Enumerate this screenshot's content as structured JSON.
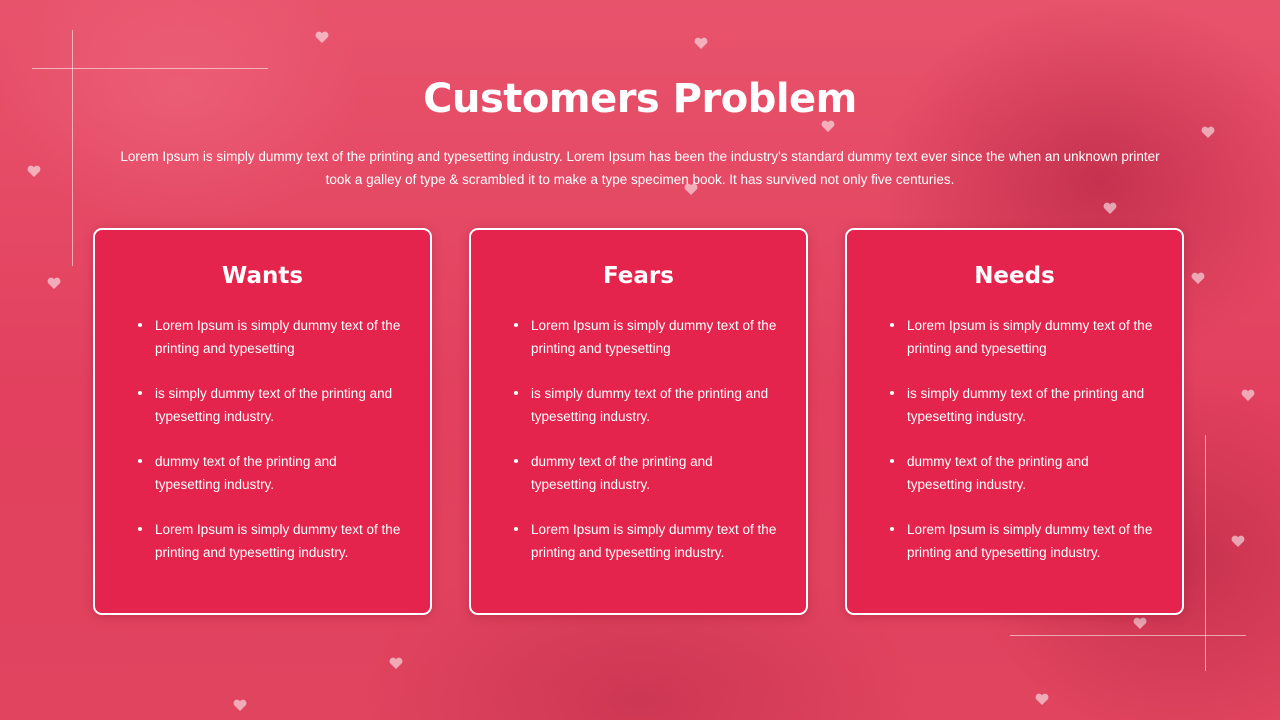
{
  "slide": {
    "title": "Customers Problem",
    "subtitle": "Lorem Ipsum is simply dummy text of the printing and typesetting industry. Lorem Ipsum has been the industry's standard dummy text ever since the when an unknown printer took a galley of type & scrambled it to make a type specimen book. It has survived not only five centuries."
  },
  "colors": {
    "background": "#e24764",
    "card": "#e5244d",
    "text": "#ffffff"
  },
  "cards": [
    {
      "title": "Wants",
      "items": [
        "Lorem Ipsum is simply dummy text of the printing and typesetting",
        "is simply dummy text of the printing and typesetting industry.",
        "dummy text of the printing and typesetting industry.",
        "Lorem Ipsum is simply dummy text of the printing and typesetting industry."
      ]
    },
    {
      "title": "Fears",
      "items": [
        "Lorem Ipsum is simply dummy text of the printing and typesetting",
        "is simply dummy text of the printing and typesetting industry.",
        "dummy text of the printing and typesetting industry.",
        "Lorem Ipsum is simply dummy text of the printing and typesetting industry."
      ]
    },
    {
      "title": "Needs",
      "items": [
        "Lorem Ipsum is simply dummy text of the printing and typesetting",
        "is simply dummy text of the printing and typesetting industry.",
        "dummy text of the printing and typesetting industry.",
        "Lorem Ipsum is simply dummy text of the printing and typesetting industry."
      ]
    }
  ]
}
